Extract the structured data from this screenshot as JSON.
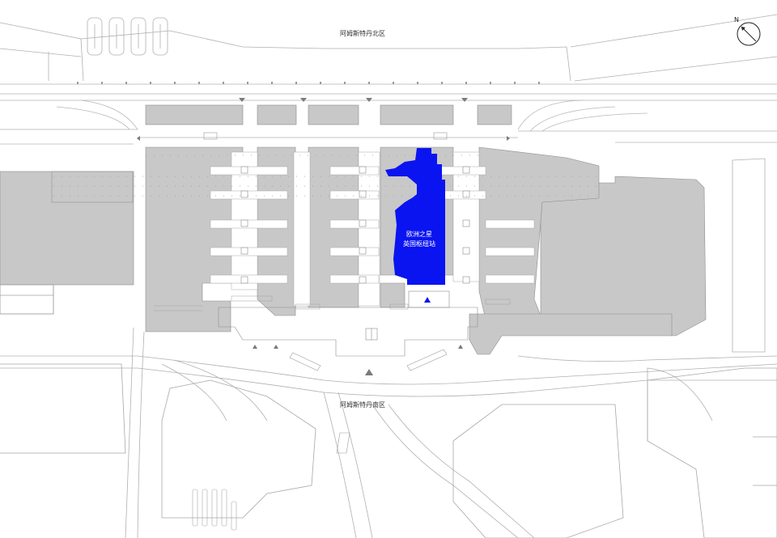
{
  "labels": {
    "north_district": "阿姆斯特丹北区",
    "south_district": "阿姆斯特丹南区",
    "highlight_line1": "欧洲之星",
    "highlight_line2": "英国枢纽站",
    "compass_letter": "N"
  },
  "colors": {
    "highlight": "#0a14f0",
    "building": "#c8c8c8",
    "line": "#a8a8a8",
    "marker": "#7a7a7a"
  },
  "icons": {
    "compass": "north-arrow-icon",
    "entrance": "triangle-marker-icon",
    "location": "location-triangle-icon"
  }
}
